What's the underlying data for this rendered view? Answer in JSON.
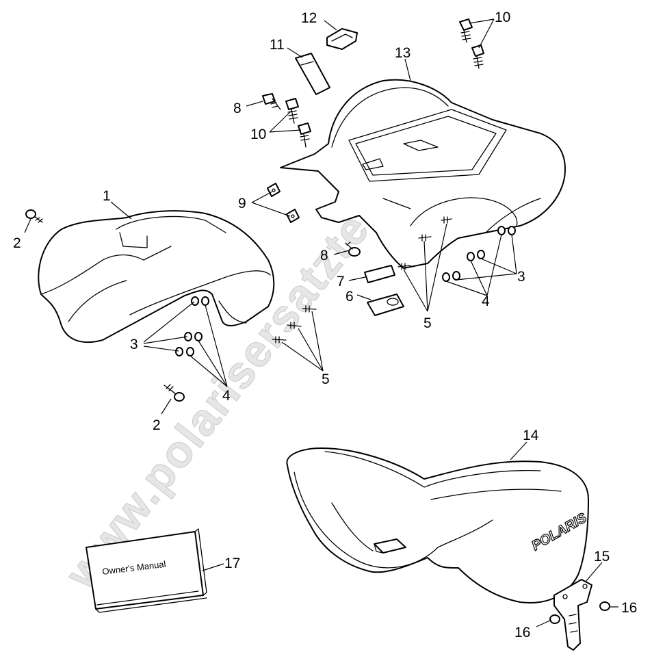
{
  "watermark": {
    "text": "www.polarisersatzteile.de",
    "color": "#d9d9d9"
  },
  "callouts": [
    {
      "id": "c1",
      "label": "1"
    },
    {
      "id": "c2a",
      "label": "2"
    },
    {
      "id": "c2b",
      "label": "2"
    },
    {
      "id": "c3a",
      "label": "3"
    },
    {
      "id": "c3b",
      "label": "3"
    },
    {
      "id": "c4a",
      "label": "4"
    },
    {
      "id": "c4b",
      "label": "4"
    },
    {
      "id": "c5a",
      "label": "5"
    },
    {
      "id": "c5b",
      "label": "5"
    },
    {
      "id": "c6",
      "label": "6"
    },
    {
      "id": "c7",
      "label": "7"
    },
    {
      "id": "c8a",
      "label": "8"
    },
    {
      "id": "c8b",
      "label": "8"
    },
    {
      "id": "c9",
      "label": "9"
    },
    {
      "id": "c10a",
      "label": "10"
    },
    {
      "id": "c10b",
      "label": "10"
    },
    {
      "id": "c11",
      "label": "11"
    },
    {
      "id": "c12",
      "label": "12"
    },
    {
      "id": "c13",
      "label": "13"
    },
    {
      "id": "c14",
      "label": "14"
    },
    {
      "id": "c15",
      "label": "15"
    },
    {
      "id": "c16a",
      "label": "16"
    },
    {
      "id": "c16b",
      "label": "16"
    },
    {
      "id": "c17",
      "label": "17"
    }
  ],
  "manual": {
    "title": "Owner's Manual"
  },
  "seat_logo": {
    "text": "POLARIS"
  }
}
